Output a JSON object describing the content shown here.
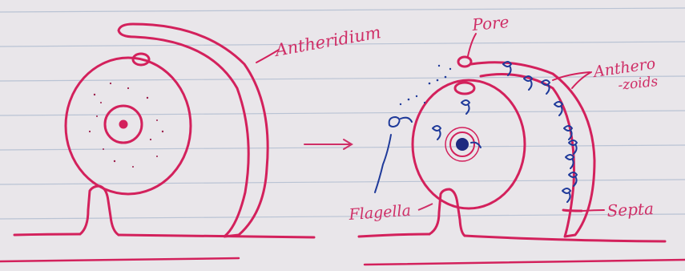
{
  "labels": {
    "antheridium": "Antheridium",
    "pore": "Pore",
    "antherozoids_line1": "Anthero",
    "antherozoids_line2": "-zoids",
    "flagella": "Flagella",
    "septa": "Septa"
  },
  "colors": {
    "paper": "#e9e6ea",
    "rule_line": "#b9c3d4",
    "drawing_ink": "#d3215c",
    "label_ink": "#cf2f67",
    "blue_ink": "#1f3a9a",
    "nucleus": "#1e2a80"
  }
}
